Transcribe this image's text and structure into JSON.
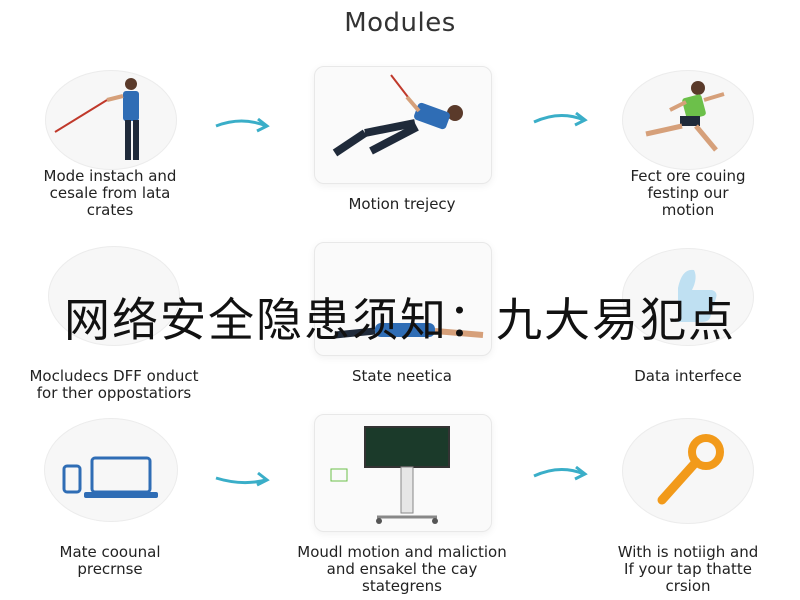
{
  "title": "Modules",
  "overlay_text": "网络安全隐患须知：九大易犯点",
  "modules": [
    {
      "label": "Mode instach and\ncesale from lata\ncrates",
      "icon": "person-with-stick-icon"
    },
    {
      "label": "Motion trejecy",
      "icon": "person-stretching-icon"
    },
    {
      "label": "Fect ore couing\nfestinp our\nmotion",
      "icon": "running-person-icon"
    },
    {
      "label": "Mocludecs DFF onduct\nfor ther oppostatiors",
      "icon": "person-icon"
    },
    {
      "label": "State neetica",
      "icon": "lying-person-icon"
    },
    {
      "label": "Data interfece",
      "icon": "thumb-icon"
    },
    {
      "label": "Mate coounal\nprecrnse",
      "icon": "laptop-tablet-icon"
    },
    {
      "label": "Moudl motion and maliction\nand ensakel the cay\nstategrens",
      "icon": "monitor-stand-icon"
    },
    {
      "label": "With is notiigh and\nIf your tap thatte\ncrsion",
      "icon": "wrench-icon"
    }
  ],
  "colors": {
    "arrow": "#3aaec8",
    "orange": "#f29a1a",
    "blue": "#2f6db5",
    "green": "#6cc04a"
  }
}
